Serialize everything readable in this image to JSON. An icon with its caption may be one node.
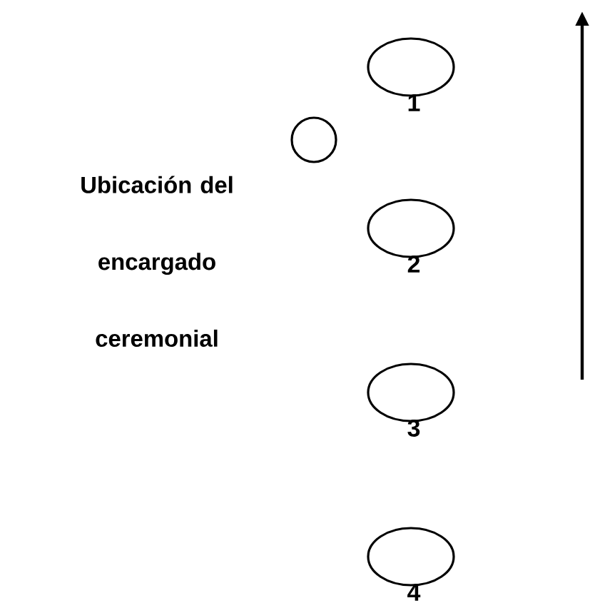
{
  "diagram": {
    "nodes": [
      {
        "text": [
          "1"
        ]
      },
      {
        "text": [],
        "shape": "circle"
      },
      {
        "text": [
          "2"
        ]
      },
      {
        "text": [
          "3"
        ]
      },
      {
        "text": [
          "4"
        ]
      }
    ],
    "edges": [],
    "labels": [
      "Ubicación del encargado ceremonial"
    ]
  }
}
